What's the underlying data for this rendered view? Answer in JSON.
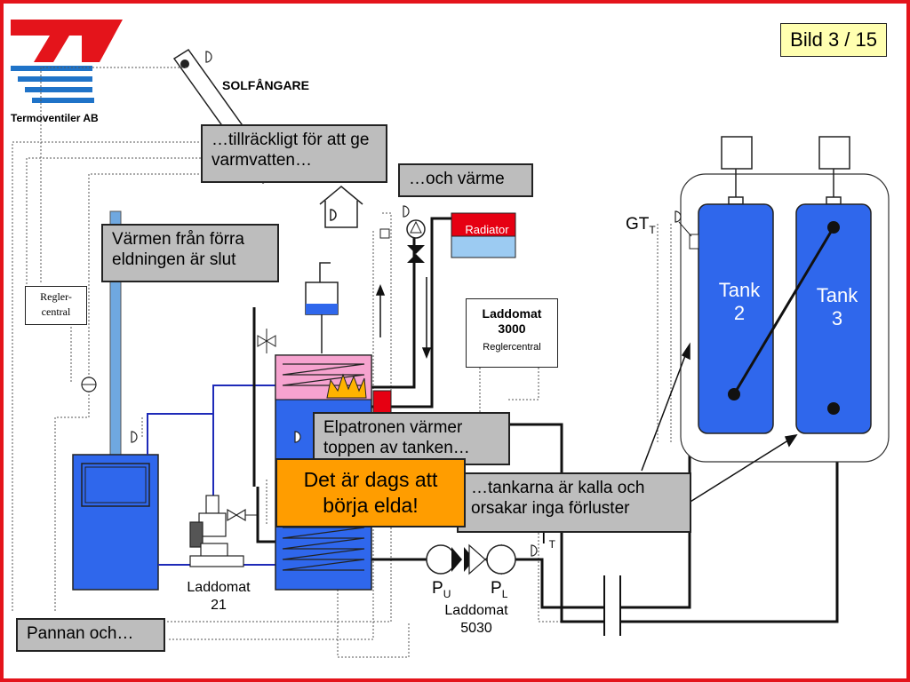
{
  "brand": {
    "company": "Termoventiler AB"
  },
  "slide_counter": "Bild 3 / 15",
  "labels": {
    "solar_collector": "SOLFÅNGARE",
    "radiator": "Radiator",
    "control_unit_line1": "Regler-",
    "control_unit_line2": "central",
    "laddomat3000_line1": "Laddomat",
    "laddomat3000_line2": "3000",
    "laddomat3000_sub": "Reglercentral",
    "laddomat21_line1": "Laddomat",
    "laddomat21_line2": "21",
    "laddomat5030_line1": "Laddomat",
    "laddomat5030_line2": "5030",
    "pump_u": "P",
    "pump_u_sub": "U",
    "pump_l": "P",
    "pump_l_sub": "L",
    "gt_main": "GT",
    "gt_sub": "T",
    "t_main": "T",
    "t_sub": "T",
    "tank2_line1": "Tank",
    "tank2_line2": "2",
    "tank3_line1": "Tank",
    "tank3_line2": "3"
  },
  "callouts": {
    "hot_water": "…tillräckligt för att ge varmvatten…",
    "heat": "…och värme",
    "prev_fire": "Värmen från förra eldningen är slut",
    "element": "Elpatronen värmer toppen av tanken…",
    "start_fire": "Det är dags att börja elda!",
    "tanks_cold": "…tankarna är kalla och orsakar inga förluster",
    "boiler": "Pannan och…"
  },
  "colors": {
    "brand_red": "#e4141b",
    "brand_blue": "#1f73c8",
    "tank_blue": "#2f67ec",
    "tank_top_pink": "#f6a3cf",
    "radiator_red": "#e60012",
    "radiator_blue": "#9ccbf2",
    "callout_gray": "#bdbdbd",
    "callout_orange": "#ff9d00",
    "slide_label_bg": "#ffffb0"
  },
  "icons": [
    "termoventiler-logo-icon",
    "solar-collector-icon",
    "house-icon",
    "flame-icon",
    "thermometer-icon",
    "pump-icon",
    "valve-icon",
    "expansion-vessel-icon",
    "electric-heater-icon"
  ]
}
